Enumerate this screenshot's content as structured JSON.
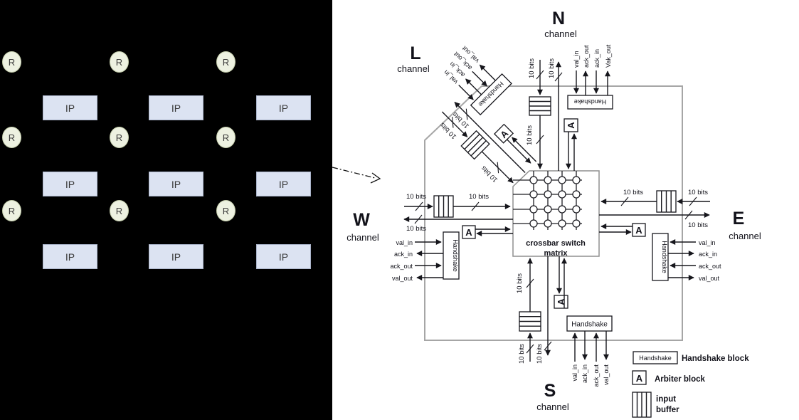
{
  "mesh": {
    "router_label": "R",
    "ip_label": "IP"
  },
  "diagram": {
    "bits_label": "10 bits",
    "handshake_label": "Handshake",
    "arbiter_label": "A",
    "crossbar_line1": "crossbar switch",
    "crossbar_line2": "matrix",
    "channels": {
      "north": {
        "name": "N",
        "type_label": "channel",
        "signals": [
          "val_in",
          "ack_out",
          "ack_in",
          "Vak_out"
        ]
      },
      "south": {
        "name": "S",
        "type_label": "channel",
        "signals": [
          "val_in",
          "ack_in",
          "ack_out",
          "val_out"
        ]
      },
      "west": {
        "name": "W",
        "type_label": "channel",
        "signals": [
          "val_in",
          "ack_in",
          "ack_out",
          "val_out"
        ]
      },
      "east": {
        "name": "E",
        "type_label": "channel",
        "signals": [
          "val_in",
          "ack_in",
          "ack_out",
          "val_out"
        ]
      },
      "local": {
        "name": "L",
        "type_label": "channel",
        "signals": [
          "val_in",
          "ack_in",
          "ack_out",
          "val_out"
        ]
      }
    },
    "legend": {
      "handshake_symbol": "Handshake",
      "handshake_label": "Handshake block",
      "arbiter_symbol": "A",
      "arbiter_label": "Arbiter block",
      "buffer_label_line1": "input",
      "buffer_label_line2": "buffer"
    }
  }
}
